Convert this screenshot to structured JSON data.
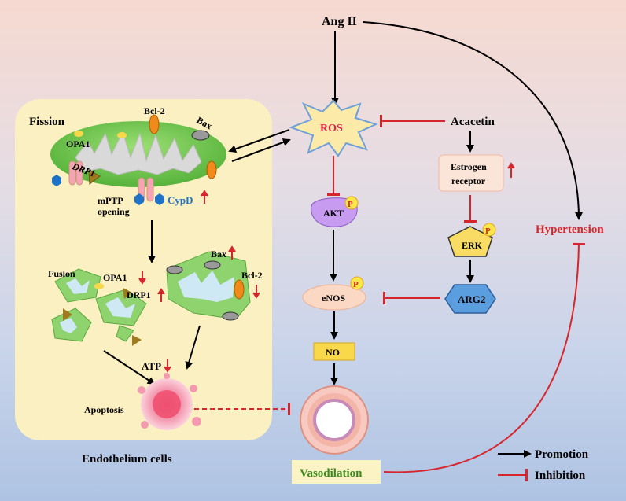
{
  "labels": {
    "ang2": "Ang II",
    "ros": "ROS",
    "acacetin": "Acacetin",
    "fission": "Fission",
    "bcl2_top": "Bcl-2",
    "bax_top": "Bax",
    "opa1_top": "OPA1",
    "drp1_top": "DRP1",
    "mptp_1": "mPTP",
    "mptp_2": "opening",
    "cypd": "CypD",
    "estrogen_1": "Estrogen",
    "estrogen_2": "receptor",
    "akt": "AKT",
    "erk": "ERK",
    "hypertension": "Hypertension",
    "fusion": "Fusion",
    "opa1_mid": "OPA1",
    "drp1_mid": "DRP1",
    "bax_mid": "Bax",
    "bcl2_mid": "Bcl-2",
    "enos": "eNOS",
    "arg2": "ARG2",
    "no": "NO",
    "atp": "ATP",
    "apoptosis": "Apoptosis",
    "endothelium": "Endothelium cells",
    "vasodilation": "Vasodilation",
    "p": "P"
  },
  "legend": {
    "promotion": "Promotion",
    "inhibition": "Inhibition"
  },
  "colors": {
    "promotion_arrow": "#000000",
    "inhibition_line": "#d7262b",
    "panel": "#fbf0c2",
    "mito_green": "#6cc24a",
    "ros_fill": "#fbeaa8",
    "ros_text": "#e3224a",
    "hypertension": "#d7262b",
    "vasodilation": "#3a8a1e",
    "cypd": "#1e73c8"
  }
}
